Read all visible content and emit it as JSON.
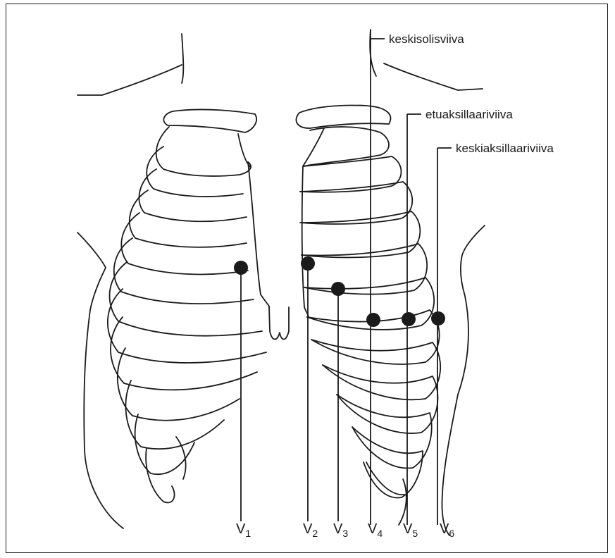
{
  "figure": {
    "reference_lines": [
      {
        "id": "mid-clavicular",
        "label": "keskisolisviiva"
      },
      {
        "id": "anterior-axillary",
        "label": "etuaksillaariviiva"
      },
      {
        "id": "mid-axillary",
        "label": "keskiaksillaariviiva"
      }
    ],
    "leads": [
      {
        "id": "v1",
        "letter": "V",
        "sub": "1"
      },
      {
        "id": "v2",
        "letter": "V",
        "sub": "2"
      },
      {
        "id": "v3",
        "letter": "V",
        "sub": "3"
      },
      {
        "id": "v4",
        "letter": "V",
        "sub": "4"
      },
      {
        "id": "v5",
        "letter": "V",
        "sub": "5"
      },
      {
        "id": "v6",
        "letter": "V",
        "sub": "6"
      }
    ],
    "colors": {
      "ink": "#1a1a1a",
      "background": "#ffffff",
      "electrode": "#1a1a1a"
    }
  }
}
